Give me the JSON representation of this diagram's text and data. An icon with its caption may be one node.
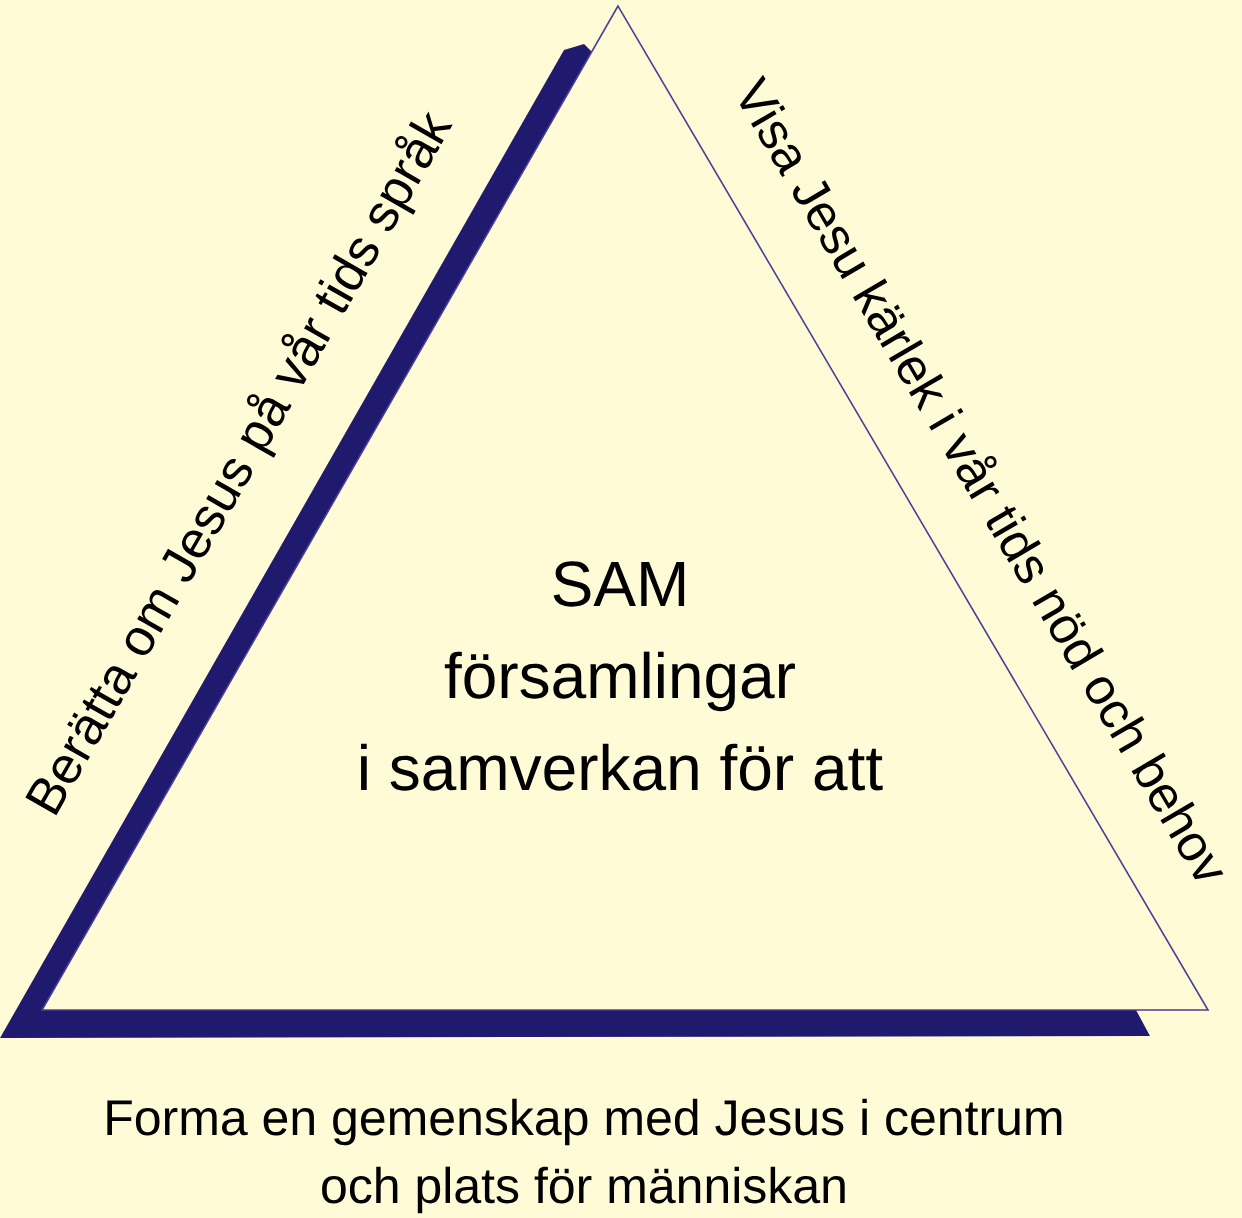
{
  "diagram": {
    "nodes": [
      {
        "text": [
          "SAM",
          "församlingar i samverkan för att"
        ],
        "beside": [
          "Berätta om Jesus på vår tids språk",
          "Visa Jesu kärlek i vår tids nöd och behov",
          "Forma en gemenskap med Jesus i centrum och plats för människan"
        ]
      }
    ]
  }
}
